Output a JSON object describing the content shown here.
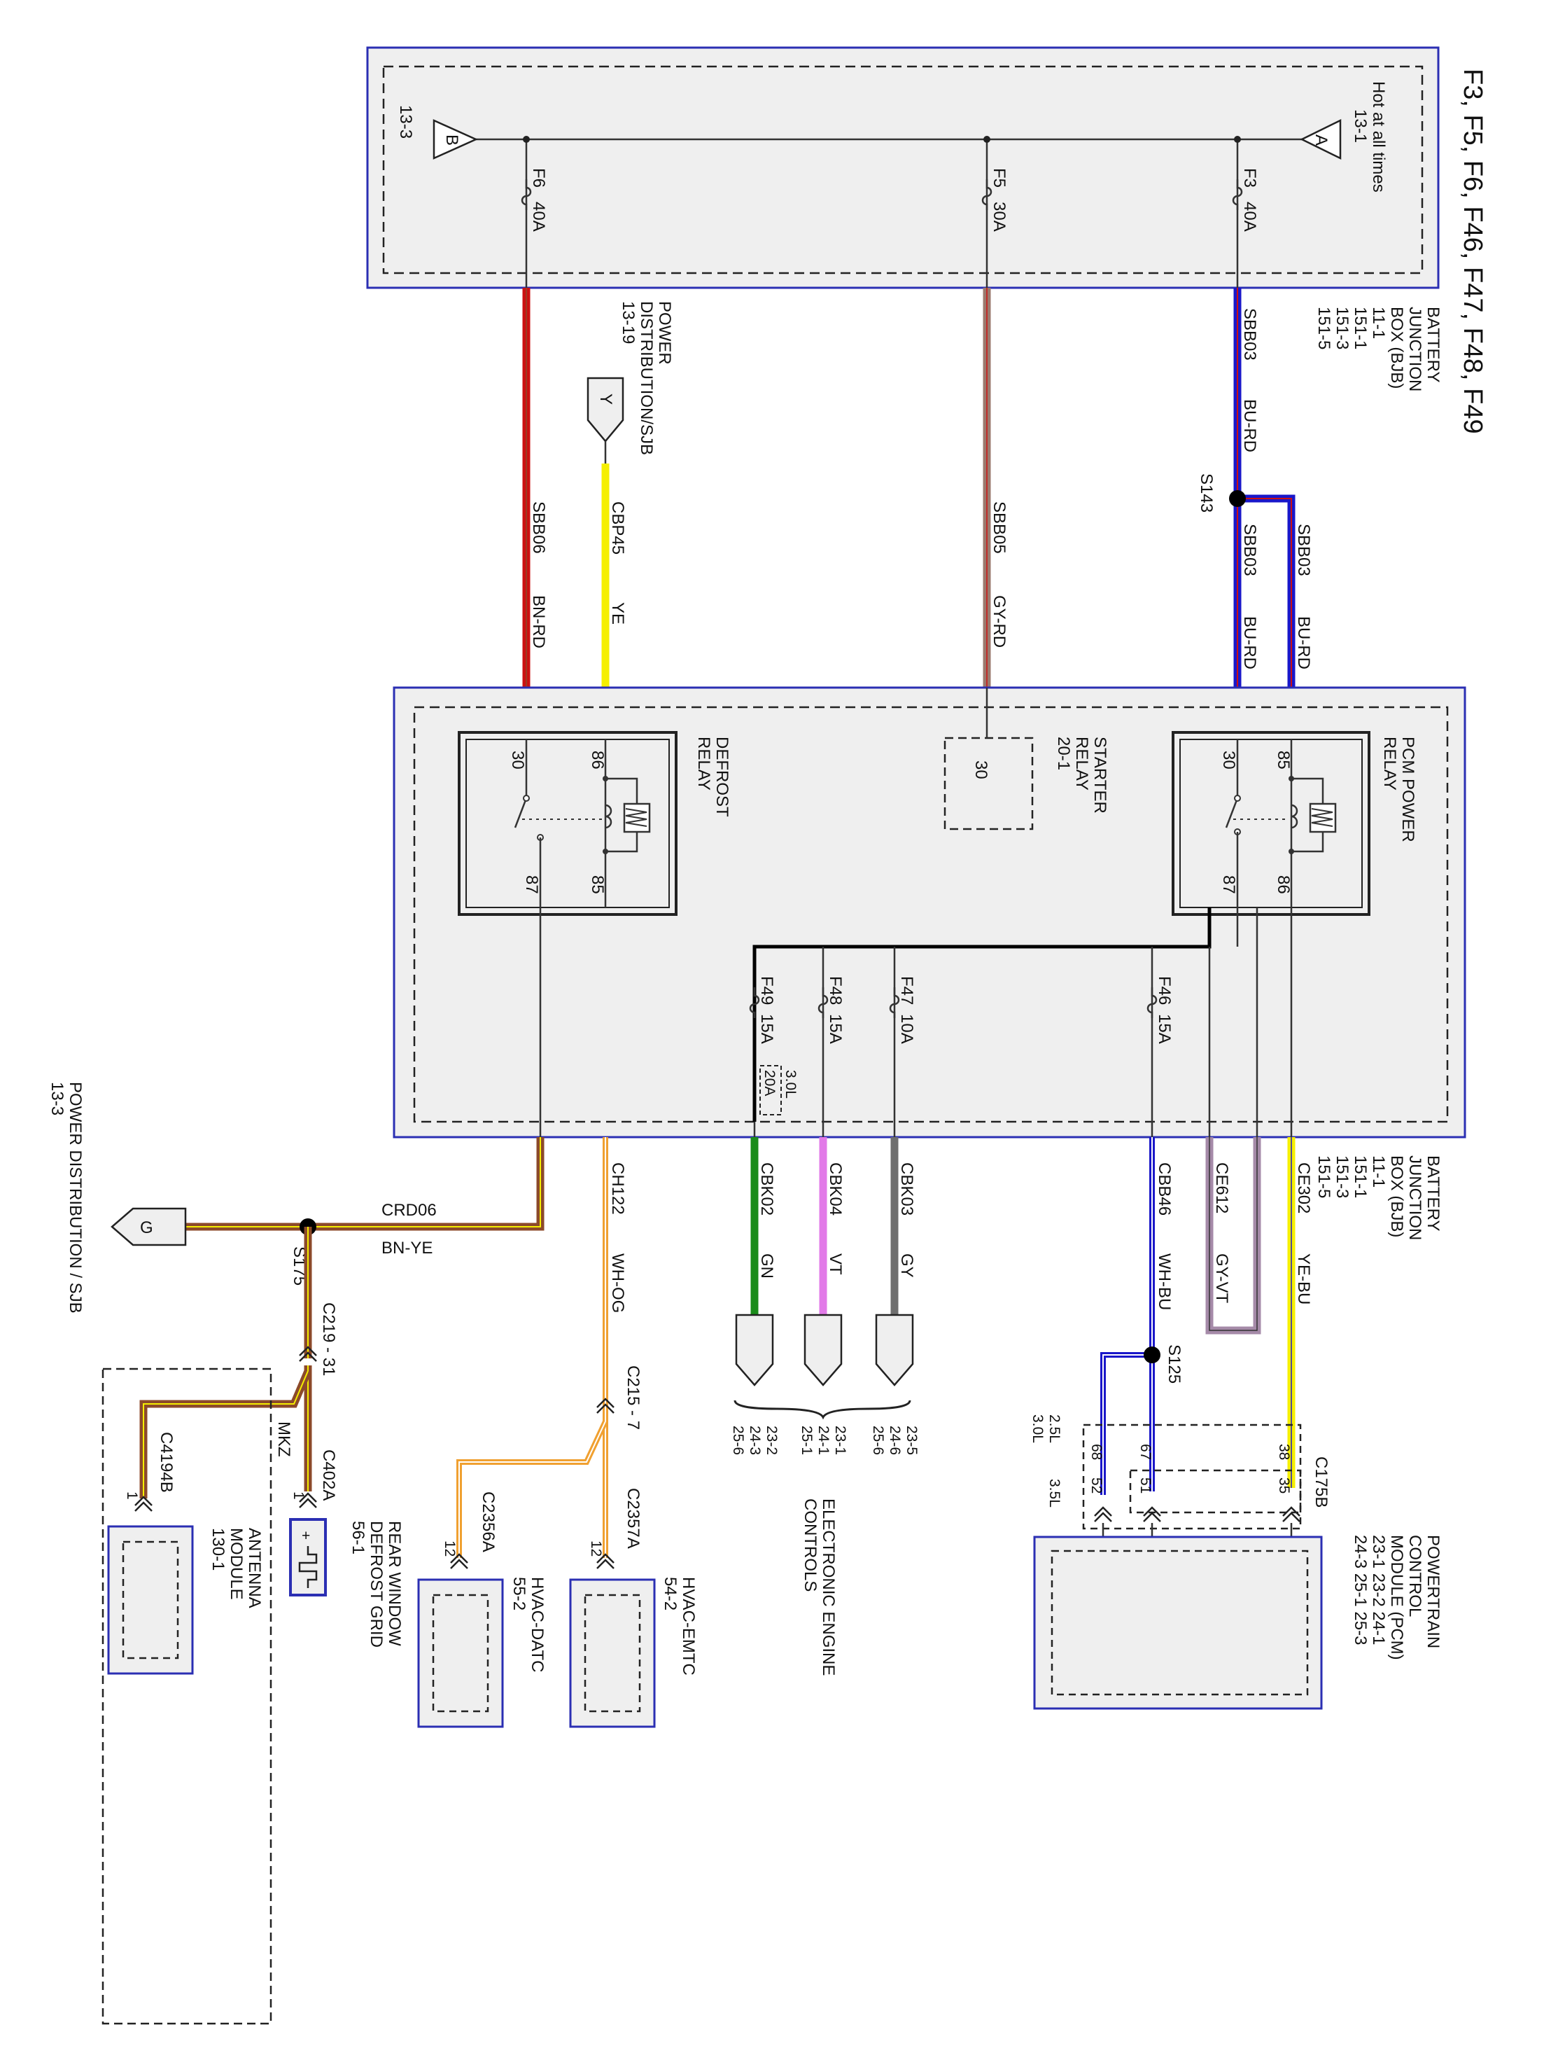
{
  "title": "F3, F5, F6, F46, F47, F48, F49",
  "bjb": {
    "hot_label": "Hot at all times",
    "hot_ref": "13-1",
    "a_tri": "A",
    "b_tri": "B",
    "b_ref": "13-3",
    "name_lines": [
      "BATTERY",
      "JUNCTION",
      "BOX (BJB)",
      "11-1",
      "151-1",
      "151-3",
      "151-5"
    ],
    "fuses": [
      {
        "id": "F3",
        "rating": "40A"
      },
      {
        "id": "F5",
        "rating": "30A"
      },
      {
        "id": "F6",
        "rating": "40A"
      }
    ]
  },
  "wires_top": {
    "sbb03_a": "SBB03",
    "sbb03_a_color": "BU-RD",
    "s143": "S143",
    "sbb03_b": "SBB03",
    "sbb03_b_color": "BU-RD",
    "sbb03_c": "SBB03",
    "sbb03_c_color": "BU-RD",
    "sbb05": "SBB05",
    "sbb05_color": "GY-RD",
    "cbp45": "CBP45",
    "cbp45_color": "YE",
    "sbb06": "SBB06",
    "sbb06_color": "BN-RD"
  },
  "power_dist_top": {
    "lines": [
      "POWER",
      "DISTRIBUTION/SJB",
      "13-19"
    ],
    "tri": "Y"
  },
  "relay_box": {
    "pcm_relay": {
      "name_lines": [
        "PCM POWER",
        "RELAY"
      ],
      "pins": [
        "30",
        "85",
        "87",
        "86"
      ]
    },
    "starter_relay": {
      "name_lines": [
        "STARTER",
        "RELAY",
        "20-1"
      ],
      "pin": "30"
    },
    "defrost_relay": {
      "name_lines": [
        "DEFROST",
        "RELAY"
      ],
      "pins": [
        "30",
        "86",
        "87",
        "85"
      ]
    },
    "fuses": [
      {
        "id": "F46",
        "rating": "15A"
      },
      {
        "id": "F47",
        "rating": "10A"
      },
      {
        "id": "F48",
        "rating": "15A"
      },
      {
        "id": "F49",
        "rating": "15A"
      }
    ],
    "f49_alt_engine": "3.0L",
    "f49_alt_rating": "20A"
  },
  "bjb_right": {
    "name_lines": [
      "BATTERY",
      "JUNCTION",
      "BOX (BJB)",
      "11-1",
      "151-1",
      "151-3",
      "151-5"
    ]
  },
  "wires_bottom": {
    "ce302": "CE302",
    "ce302_color": "YE-BU",
    "ce612": "CE612",
    "ce612_color": "GY-VT",
    "cbb46": "CBB46",
    "cbb46_color": "WH-BU",
    "s125": "S125",
    "cbk03": "CBK03",
    "cbk03_color": "GY",
    "cbk04": "CBK04",
    "cbk04_color": "VT",
    "cbk02": "CBK02",
    "cbk02_color": "GN",
    "ch122": "CH122",
    "ch122_color": "WH-OG",
    "c215": "C215 - 7",
    "crd06": "CRD06",
    "crd06_color": "BN-YE",
    "s175": "S175",
    "c219": "C219 - 31",
    "mkz": "MKZ"
  },
  "pcm": {
    "connector": "C175B",
    "pins": [
      "38",
      "35",
      "67",
      "51",
      "68",
      "52"
    ],
    "eng_25": "2.5L",
    "eng_30": "3.0L",
    "eng_35": "3.5L",
    "name_lines": [
      "POWERTRAIN",
      "CONTROL",
      "MODULE (PCM)",
      "23-1  23-2  24-1",
      "24-3  25-1  25-3"
    ]
  },
  "eec": {
    "refs_a": [
      "23-5",
      "24-6",
      "25-6"
    ],
    "refs_b": [
      "23-1",
      "24-1",
      "25-1"
    ],
    "refs_c": [
      "23-2",
      "24-3",
      "25-6"
    ],
    "name_lines": [
      "ELECTRONIC ENGINE",
      "CONTROLS"
    ]
  },
  "hvac_emtc": {
    "connector": "C2357A",
    "pin": "12",
    "name_lines": [
      "HVAC-EMTC",
      "54-2"
    ]
  },
  "hvac_datc": {
    "connector": "C2356A",
    "pin": "12",
    "name_lines": [
      "HVAC-DATC",
      "55-2"
    ]
  },
  "defrost_grid": {
    "connector": "C402A",
    "pin": "1",
    "name_lines": [
      "REAR WINDOW",
      "DEFROST GRID",
      "56-1"
    ]
  },
  "antenna": {
    "connector": "C4194B",
    "pin": "1",
    "name_lines": [
      "ANTENNA",
      "MODULE",
      "130-1"
    ]
  },
  "power_dist_bottom": {
    "lines": [
      "POWER DISTRIBUTION / SJB",
      "13-3"
    ],
    "tri": "G"
  },
  "colors": {
    "frame": "#2b2fb3",
    "box_fill": "#efefef",
    "blue": "#1a17c9",
    "red": "#cc1111",
    "yellow": "#f5ef00",
    "brown": "#8c4a2a",
    "graybrown": "#9a7a6e",
    "green": "#1b8c1b",
    "violet": "#e27ae8",
    "gray": "#6f6f6f",
    "orange": "#f0a030",
    "purplegray": "#a58aa8"
  }
}
